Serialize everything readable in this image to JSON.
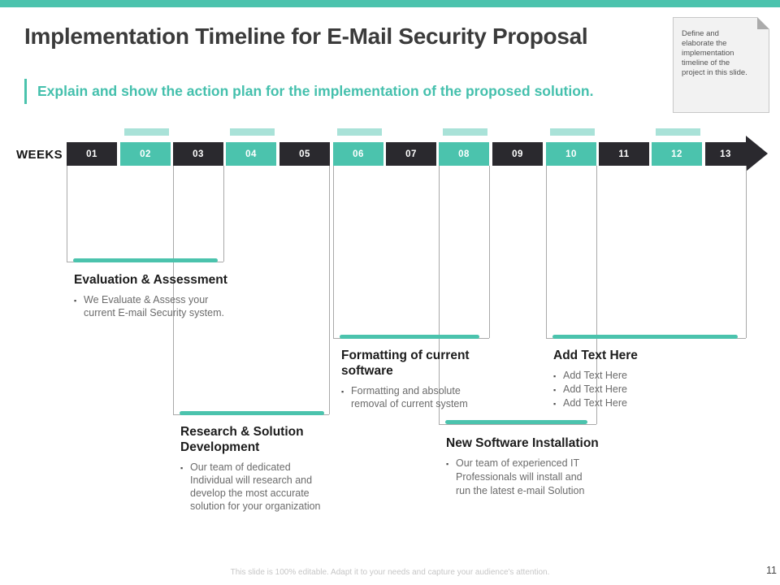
{
  "header": {
    "title": "Implementation Timeline for E-Mail Security Proposal",
    "subtitle": "Explain and show the action plan for the implementation of the proposed solution."
  },
  "note": {
    "lines": [
      "Define and",
      "elaborate the",
      "implementation",
      "timeline  of the",
      "project in this slide."
    ]
  },
  "timeline": {
    "weeks_label": "WEEKS",
    "weeks": [
      "01",
      "02",
      "03",
      "04",
      "05",
      "06",
      "07",
      "08",
      "09",
      "10",
      "11",
      "12",
      "13"
    ],
    "accent_color": "#4BC3AD",
    "accent_light_color": "#A9E2D8",
    "dark_color": "#2A292E"
  },
  "groups": [
    {
      "week_span": "01-03",
      "heading_lines": [
        "Evaluation & Assessment"
      ],
      "bullets": [
        [
          "We Evaluate  & Assess your",
          "current  E-mail Security system."
        ]
      ]
    },
    {
      "week_span": "03-05",
      "heading_lines": [
        "Research & Solution",
        "Development"
      ],
      "bullets": [
        [
          "Our team of dedicated",
          "Individual  will research  and",
          "develop  the most accurate",
          "solution for your organization"
        ]
      ]
    },
    {
      "week_span": "06-08",
      "heading_lines": [
        "Formatting of current",
        "software"
      ],
      "bullets": [
        [
          "Formatting and absolute",
          "removal  of current  system"
        ]
      ]
    },
    {
      "week_span": "08-10",
      "heading_lines": [
        "New Software Installation"
      ],
      "bullets": [
        [
          "Our team of experienced  IT",
          "Professionals  will  install and",
          "run the latest e-mail  Solution"
        ]
      ]
    },
    {
      "week_span": "10-13",
      "heading_lines": [
        "Add Text Here"
      ],
      "bullets": [
        [
          "Add Text Here"
        ],
        [
          "Add Text Here"
        ],
        [
          "Add Text Here"
        ]
      ]
    }
  ],
  "footer": {
    "note": "This slide is 100% editable.  Adapt it to your needs and capture your audience's attention.",
    "page_number": "11"
  }
}
